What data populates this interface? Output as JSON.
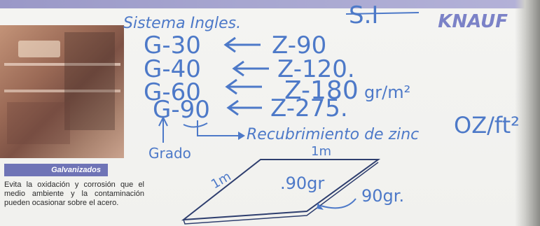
{
  "logo": {
    "text": "KNAUF"
  },
  "brochure": {
    "banner": "Galvanizados",
    "body": "Evita la oxidación y corrosión que el medio ambiente y la contaminación pueden ocasionar sobre el acero."
  },
  "notes": {
    "title": "Sistema Ingles.",
    "si_label": "S.I",
    "lines": [
      {
        "grade": "G-30",
        "zinc": "Z-90",
        "unit": ""
      },
      {
        "grade": "G-40",
        "zinc": "Z-120.",
        "unit": ""
      },
      {
        "grade": "G-60",
        "zinc": "Z-180",
        "unit": "gr/m²"
      },
      {
        "grade": "G-90",
        "zinc": "Z-275.",
        "unit": ""
      }
    ],
    "coating_label": "Recubrimiento de zinc",
    "coating_unit": "OZ/ft²",
    "grade_label": "Grado",
    "diagram": {
      "side_top": "1m",
      "side_left": "1m",
      "center_value": ".90gr",
      "outside_value": "90gr."
    }
  },
  "colors": {
    "ink": "#4d79c8",
    "banner": "#6f74b6",
    "logo": "#7b82c7",
    "strip": "#a7a6d0"
  }
}
